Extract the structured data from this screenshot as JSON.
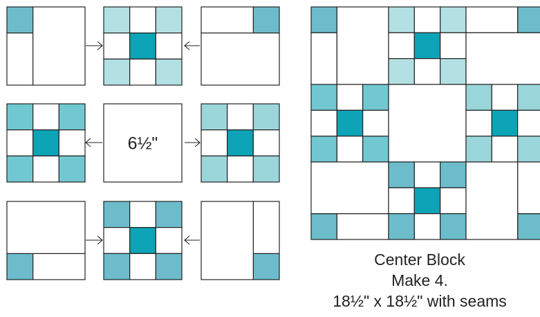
{
  "colors": {
    "light": "#b3e0e3",
    "medium_light": "#9bd6db",
    "medium": "#72c8d1",
    "steel": "#6cbccb",
    "dark": "#0ea4b7",
    "line": "#222222",
    "background": "#ffffff"
  },
  "icons": {
    "arrow_right": "arrow-right-icon",
    "arrow_left": "arrow-left-icon"
  },
  "center_square_label": "6½\"",
  "caption": {
    "line1": "Center Block",
    "line2": "Make 4.",
    "line3": "18½\" x 18½\" with seams"
  }
}
